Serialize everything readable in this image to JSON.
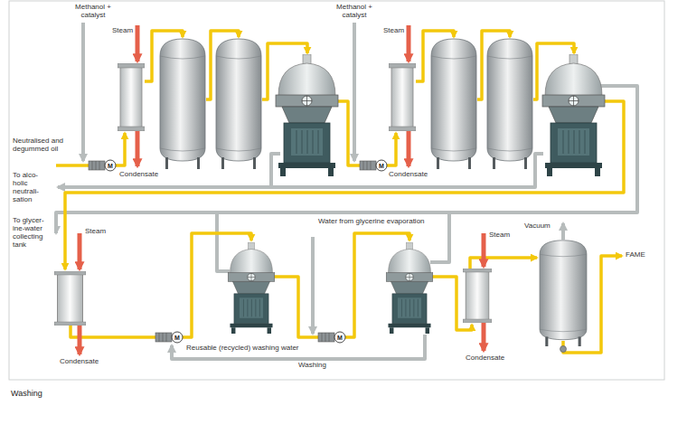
{
  "diagram": {
    "caption": "Washing",
    "labels": [
      "Methanol + catalyst",
      "Steam",
      "Neutralised and degummed oil",
      "M",
      "Condensate",
      "To alco-holic neutrali-sation",
      "Methanol + catalyst",
      "Steam",
      "M",
      "Condensate",
      "To glycer-ine-water collecting tank",
      "Steam",
      "Water from glycerine evaporation",
      "Steam",
      "Vacuum",
      "FAME",
      "M",
      "M",
      "Condensate",
      "Reusable (recycled) washing water",
      "Washing",
      "Condensate"
    ]
  }
}
